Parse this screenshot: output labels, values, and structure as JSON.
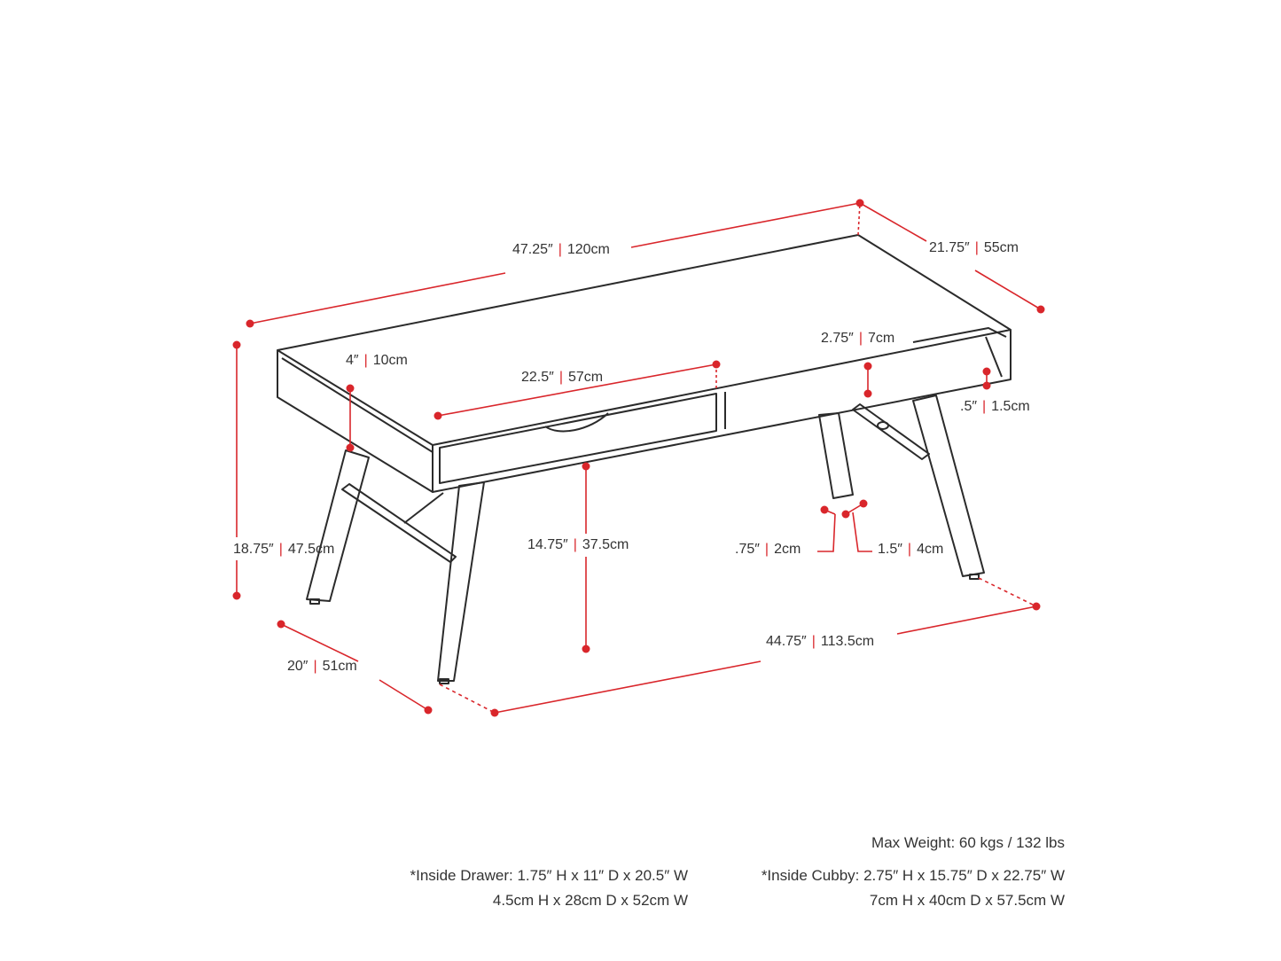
{
  "colors": {
    "dimension_line": "#d9262b",
    "outline": "#2b2b2b",
    "text": "#333333"
  },
  "dimensions": {
    "top_width": {
      "imperial": "47.25″",
      "metric": "120cm"
    },
    "top_depth": {
      "imperial": "21.75″",
      "metric": "55cm"
    },
    "cubby_height": {
      "imperial": "2.75″",
      "metric": "7cm"
    },
    "shelf_thickness": {
      "imperial": ".5″",
      "metric": "1.5cm"
    },
    "apron_height": {
      "imperial": "4″",
      "metric": "10cm"
    },
    "drawer_width": {
      "imperial": "22.5″",
      "metric": "57cm"
    },
    "overall_height": {
      "imperial": "18.75″",
      "metric": "47.5cm"
    },
    "leg_clearance": {
      "imperial": "14.75″",
      "metric": "37.5cm"
    },
    "leg_thickness": {
      "imperial": ".75″",
      "metric": "2cm"
    },
    "leg_width": {
      "imperial": "1.5″",
      "metric": "4cm"
    },
    "base_depth": {
      "imperial": "20″",
      "metric": "51cm"
    },
    "base_width": {
      "imperial": "44.75″",
      "metric": "113.5cm"
    }
  },
  "notes": {
    "max_weight": "Max Weight: 60 kgs / 132 lbs",
    "drawer_imperial": "*Inside Drawer: 1.75″ H x 11″ D x 20.5″ W",
    "drawer_metric": "4.5cm H x 28cm D x 52cm W",
    "cubby_imperial": "*Inside Cubby: 2.75″ H x 15.75″ D x 22.75″ W",
    "cubby_metric": "7cm H x 40cm D x 57.5cm W"
  }
}
